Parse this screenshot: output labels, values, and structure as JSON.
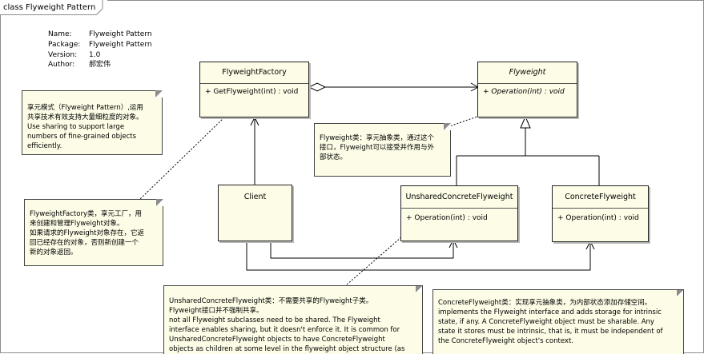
{
  "frame": {
    "title": "class Flyweight Pattern"
  },
  "meta": [
    {
      "key": "Name:",
      "value": "Flyweight Pattern"
    },
    {
      "key": "Package:",
      "value": "Flyweight Pattern"
    },
    {
      "key": "Version:",
      "value": "1.0"
    },
    {
      "key": "Author:",
      "value": "郝宏伟"
    }
  ],
  "classes": {
    "factory": {
      "name": "FlyweightFactory",
      "op": "+ GetFlyweight(int) : void"
    },
    "flyweight": {
      "name": "Flyweight",
      "op": "+ Operation(int) : void"
    },
    "client": {
      "name": "Client"
    },
    "unshared": {
      "name": "UnsharedConcreteFlyweight",
      "op": "+ Operation(int) : void"
    },
    "concrete": {
      "name": "ConcreteFlyweight",
      "op": "+ Operation(int) : void"
    }
  },
  "notes": {
    "pattern": [
      "享元模式（Flyweight Pattern）,运用",
      "共享技术有效支持大量细粒度的对象。",
      "Use sharing to support large",
      "numbers of fine-grained objects",
      "efficiently."
    ],
    "flyweight": [
      "Flyweight类：享元抽象类，通过这个",
      "接口，Flyweight可以接受并作用与外",
      "部状态。"
    ],
    "factory": [
      "FlyweightFactory类，享元工厂，用",
      "来创建和管理Flyweight对象。",
      "如果请求的Flyweight对象存在，它返",
      "回已经存在的对象，否则新创建一个",
      "新的对象返回。"
    ],
    "unshared": [
      "UnsharedConcreteFlyweight类：不需要共享的Flyweight子类。",
      "Flyweight接口并不强制共享。",
      "not all Flyweight subclasses need to be shared. The Flyweight",
      "interface enables sharing, but it doesn't enforce it. It is common for",
      "UnsharedConcreteFlyweight objects to have ConcreteFlyweight",
      "objects as children at some level in the flyweight object structure (as"
    ],
    "concrete": [
      "ConcreteFlyweight类：实现享元抽象类，为内部状态添加存储空间。",
      "implements the Flyweight interface and adds storage for intrinsic",
      "state, if any. A ConcreteFlyweight object must be sharable. Any",
      "state it stores must be intrinsic, that is, it must be independent of",
      "the ConcreteFlyweight object's context."
    ]
  }
}
